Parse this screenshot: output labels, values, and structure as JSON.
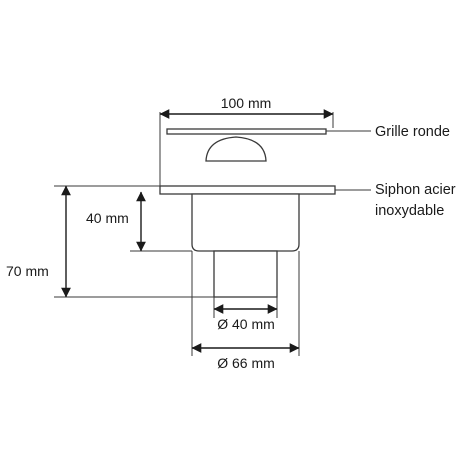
{
  "dimensions": {
    "width_top": "100 mm",
    "height_upper": "40 mm",
    "height_total": "70 mm",
    "diameter_outlet": "Ø 40 mm",
    "diameter_body": "Ø 66 mm"
  },
  "labels": {
    "grille": "Grille ronde",
    "siphon_line1": "Siphon acier",
    "siphon_line2": "inoxydable"
  }
}
